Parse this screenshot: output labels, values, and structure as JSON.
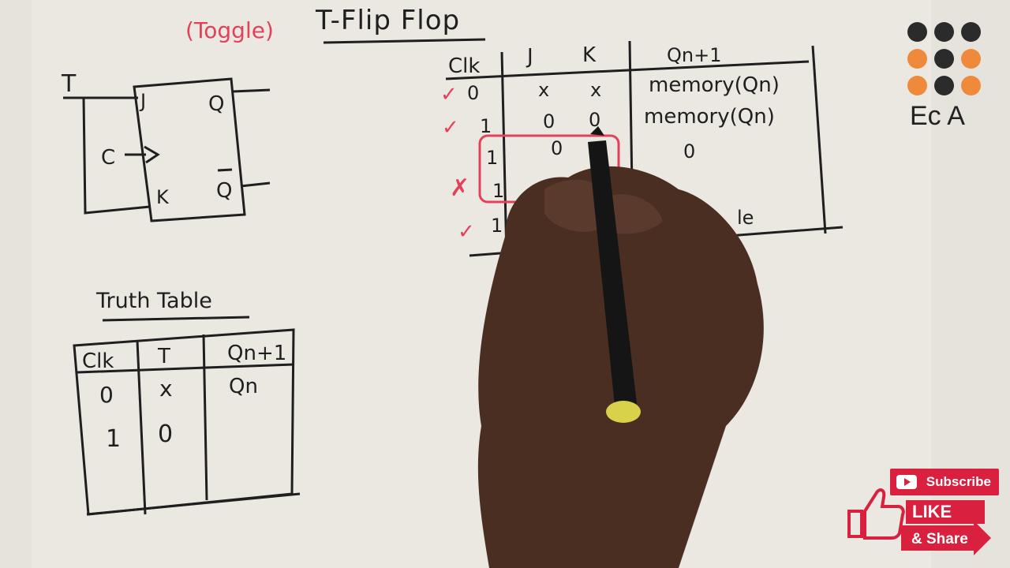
{
  "heading": {
    "toggle_note": "(Toggle)",
    "title": "T-Flip Flop"
  },
  "circuit": {
    "input_t": "T",
    "pin_j": "J",
    "pin_k": "K",
    "pin_c": "C",
    "pin_q": "Q",
    "pin_qbar": "Q"
  },
  "jk_table": {
    "headers": [
      "Clk",
      "J",
      "K",
      "Qn+1"
    ],
    "rows": [
      {
        "mark": "✓",
        "clk": "0",
        "j": "x",
        "k": "x",
        "q": "memory(Qn)"
      },
      {
        "mark": "✓",
        "clk": "1",
        "j": "0",
        "k": "0",
        "q": "memory(Qn)"
      },
      {
        "mark": "",
        "clk": "1",
        "j": "0",
        "k": "",
        "q": "0"
      },
      {
        "mark": "✗",
        "clk": "1",
        "j": "",
        "k": "",
        "q": ""
      },
      {
        "mark": "✓",
        "clk": "1",
        "j": "",
        "k": "",
        "q": "le"
      }
    ]
  },
  "truth_table": {
    "title": "Truth Table",
    "headers": [
      "Clk",
      "T",
      "Qn+1"
    ],
    "rows": [
      {
        "clk": "0",
        "t": "x",
        "q": "Qn"
      },
      {
        "clk": "1",
        "t": "0",
        "q": ""
      }
    ]
  },
  "brand": {
    "name": "Ec A",
    "dots": [
      "#2b2b2b",
      "#2b2b2b",
      "#2b2b2b",
      "#ef8a3c",
      "#2b2b2b",
      "#ef8a3c",
      "#ef8a3c",
      "#2b2b2b",
      "#ef8a3c"
    ]
  },
  "social": {
    "subscribe": "Subscribe",
    "like": "LIKE",
    "share": "& Share",
    "accent": "#d9203f"
  },
  "colors": {
    "paper": "#e6e3dd",
    "ink": "#1f1f1f",
    "red_ink": "#e2415a",
    "skin": "#4a2e22"
  }
}
